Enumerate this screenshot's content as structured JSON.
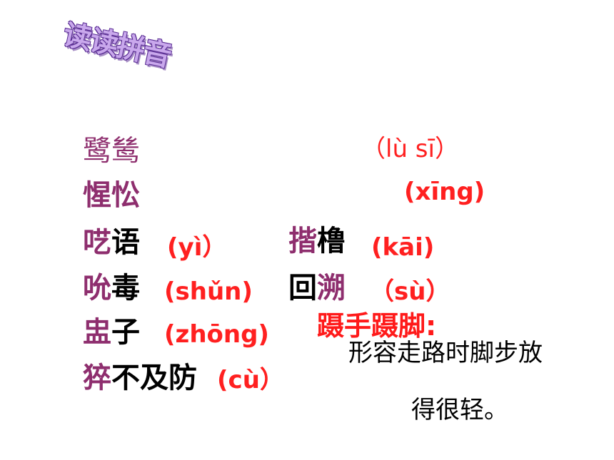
{
  "title": "读读拼音",
  "rows": [
    {
      "highlight": "鹭鸶",
      "rest": "",
      "pinyin": "（lù sī）"
    },
    {
      "highlight": "惺忪",
      "rest": "",
      "pinyin": "(xīng)"
    },
    {
      "highlight": "呓",
      "rest": "语",
      "pinyin": "(yì）"
    },
    {
      "highlight": "吮",
      "rest": "毒",
      "pinyin": "(shǔn)"
    },
    {
      "highlight": "盅",
      "rest": "子",
      "pinyin": "(zhōng)"
    },
    {
      "highlight": "猝",
      "rest": "不及防",
      "pinyin": "(cù）"
    }
  ],
  "right_rows": [
    {
      "highlight": "揩",
      "rest": "橹",
      "pinyin": "(kāi)"
    },
    {
      "highlight": "",
      "rest": "回",
      "highlight2": "溯",
      "pinyin": "（sù）"
    }
  ],
  "idiom": {
    "term": "蹑手蹑脚:",
    "definition_line1": "形容走路时脚步放",
    "definition_line2": "得很轻。"
  },
  "colors": {
    "highlight": "#8e2e6e",
    "pinyin": "#ff2020",
    "title_fill": "#c9a8ec",
    "title_outline": "#5b2f94"
  }
}
